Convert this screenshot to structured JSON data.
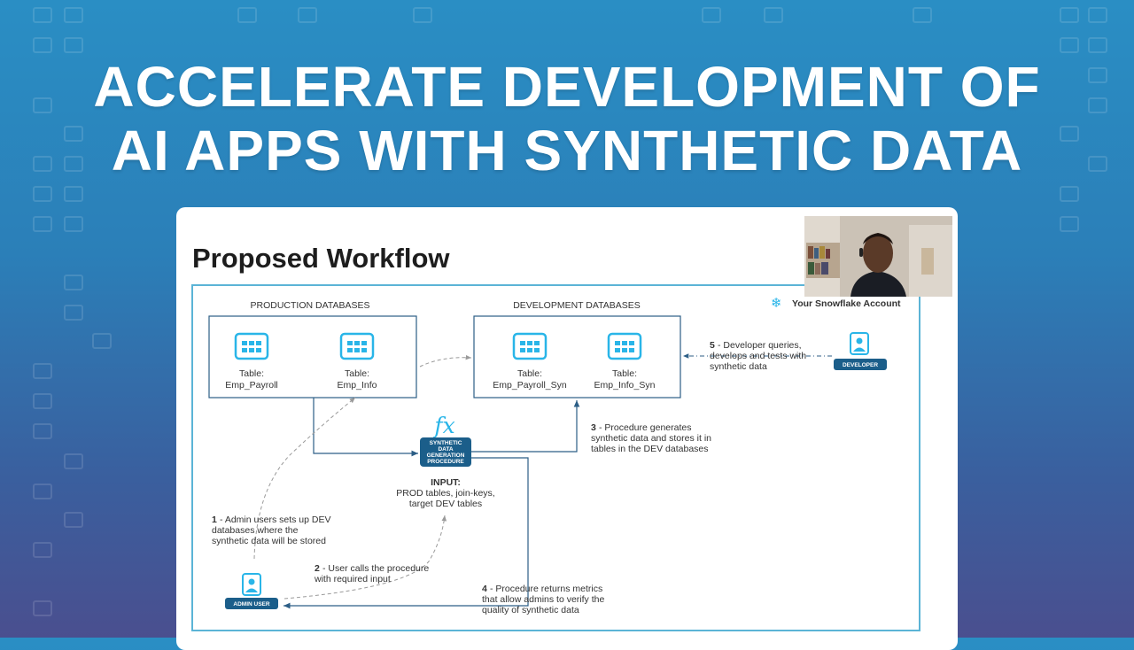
{
  "headline": {
    "line1": "ACCELERATE DEVELOPMENT OF",
    "line2": "AI APPS WITH SYNTHETIC DATA"
  },
  "slide": {
    "title": "Proposed Workflow",
    "account_label": "Your Snowflake Account",
    "prod_group_label": "PRODUCTION DATABASES",
    "dev_group_label": "DEVELOPMENT DATABASES",
    "tables": {
      "prod_payroll": [
        "Table:",
        "Emp_Payroll"
      ],
      "prod_info": [
        "Table:",
        "Emp_Info"
      ],
      "dev_payroll": [
        "Table:",
        "Emp_Payroll_Syn"
      ],
      "dev_info": [
        "Table:",
        "Emp_Info_Syn"
      ]
    },
    "procedure": {
      "icon_glyph": "fx",
      "label_lines": [
        "SYNTHETIC",
        "DATA",
        "GENERATION",
        "PROCEDURE"
      ]
    },
    "input": {
      "title": "INPUT:",
      "lines": [
        "PROD tables, join-keys,",
        "target DEV tables"
      ]
    },
    "steps": {
      "step1": {
        "num": "1",
        "lines": [
          "- Admin users sets up DEV",
          "databases where the",
          "synthetic data will be stored"
        ]
      },
      "step2": {
        "num": "2",
        "lines": [
          "- User calls the procedure",
          "with required input"
        ]
      },
      "step3": {
        "num": "3",
        "lines": [
          "- Procedure generates",
          "synthetic data and stores it in",
          "tables in the DEV databases"
        ]
      },
      "step4": {
        "num": "4",
        "lines": [
          "- Procedure returns metrics",
          "that allow admins to verify the",
          "quality of synthetic data"
        ]
      },
      "step5": {
        "num": "5",
        "lines": [
          "- Developer queries,",
          "develops and tests with",
          "synthetic data"
        ]
      }
    },
    "actors": {
      "admin": "ADMIN USER",
      "developer": "DEVELOPER"
    }
  },
  "colors": {
    "accent": "#29b5e8",
    "navy": "#1b5e8a",
    "frame": "#5bb4d6",
    "line": "#2c5e86"
  }
}
